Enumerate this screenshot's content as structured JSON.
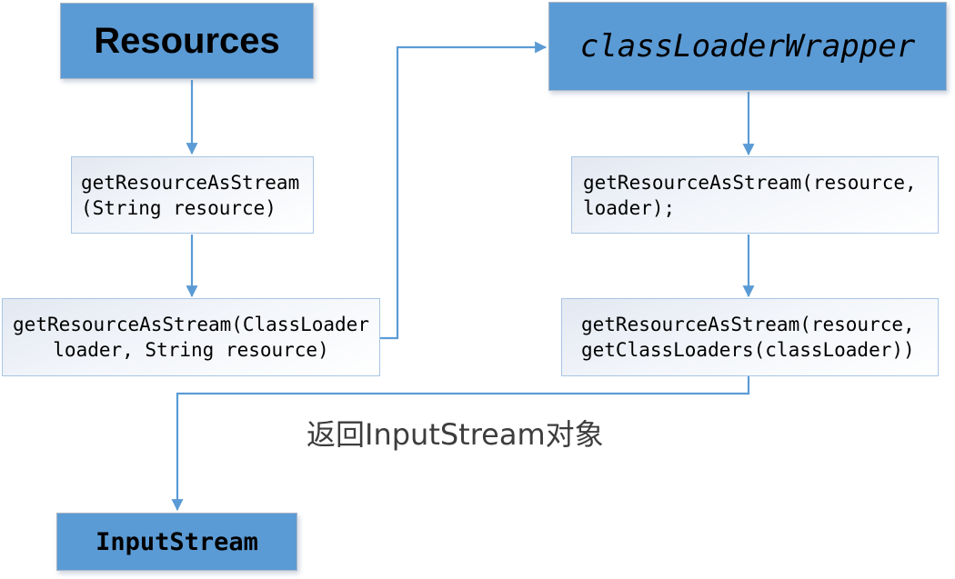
{
  "colors": {
    "node_fill": "#5b9bd5",
    "node_border": "#a9b6c6",
    "code_box_border": "#a8c6e5",
    "code_box_bg_start": "#e3e8f1",
    "code_box_bg_end": "#ffffff",
    "connector": "#5b9bd5",
    "text": "#000000",
    "label_text": "#3d3d3d"
  },
  "nodes": {
    "resources": {
      "label": "Resources"
    },
    "class_loader_wrapper": {
      "label": "classLoaderWrapper"
    },
    "get_resource_simple": {
      "label": "getResourceAsStream\n(String resource)"
    },
    "get_resource_classloader": {
      "label": "getResourceAsStream(ClassLoader\nloader, String resource)"
    },
    "wrapper_get_resource": {
      "label": "getResourceAsStream(resource,\nloader);"
    },
    "wrapper_get_resource_loaders": {
      "label": "getResourceAsStream(resource,\ngetClassLoaders(classLoader))"
    },
    "input_stream": {
      "label": "InputStream"
    }
  },
  "annotations": {
    "return_label": "返回InputStream对象"
  },
  "edges": [
    {
      "from": "resources",
      "to": "get_resource_simple"
    },
    {
      "from": "get_resource_simple",
      "to": "get_resource_classloader"
    },
    {
      "from": "get_resource_classloader",
      "to": "class_loader_wrapper"
    },
    {
      "from": "class_loader_wrapper",
      "to": "wrapper_get_resource"
    },
    {
      "from": "wrapper_get_resource",
      "to": "wrapper_get_resource_loaders"
    },
    {
      "from": "wrapper_get_resource_loaders",
      "to": "input_stream"
    }
  ]
}
